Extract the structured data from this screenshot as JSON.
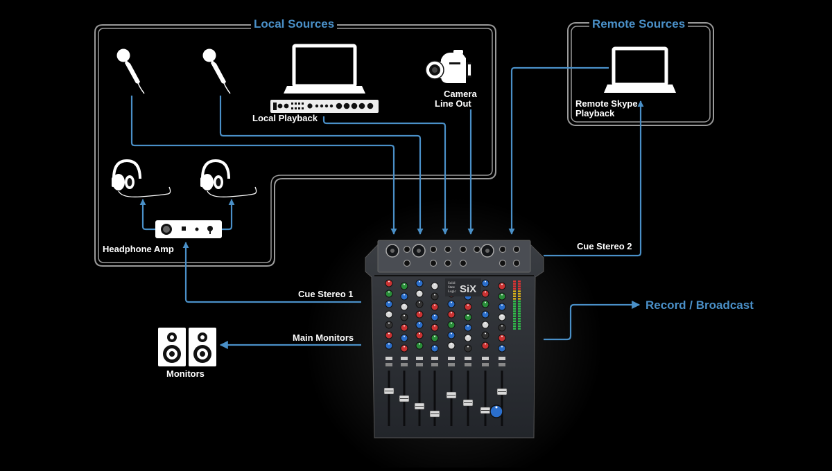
{
  "groups": {
    "local_title": "Local Sources",
    "remote_title": "Remote Sources"
  },
  "labels": {
    "local_playback": "Local Playback",
    "camera_line1": "Camera",
    "camera_line2": "Line Out",
    "remote_line1": "Remote Skype",
    "remote_line2": "Playback",
    "headphone_amp": "Headphone Amp",
    "monitors": "Monitors",
    "cue_stereo_1": "Cue Stereo 1",
    "cue_stereo_2": "Cue Stereo 2",
    "main_monitors": "Main Monitors",
    "record_broadcast": "Record / Broadcast"
  },
  "mixer": {
    "brand_line1": "Solid",
    "brand_line2": "State",
    "brand_line3": "Logic",
    "model": "SiX"
  },
  "colors": {
    "connection": "#4a90c8",
    "group_border": "#9a9a9a",
    "icon": "#ffffff",
    "background": "#000000"
  },
  "icons": [
    "microphone-icon",
    "laptop-icon",
    "audio-interface-icon",
    "camcorder-icon",
    "headphones-icon",
    "headphone-amp-icon",
    "speaker-icon",
    "mixer-console"
  ]
}
